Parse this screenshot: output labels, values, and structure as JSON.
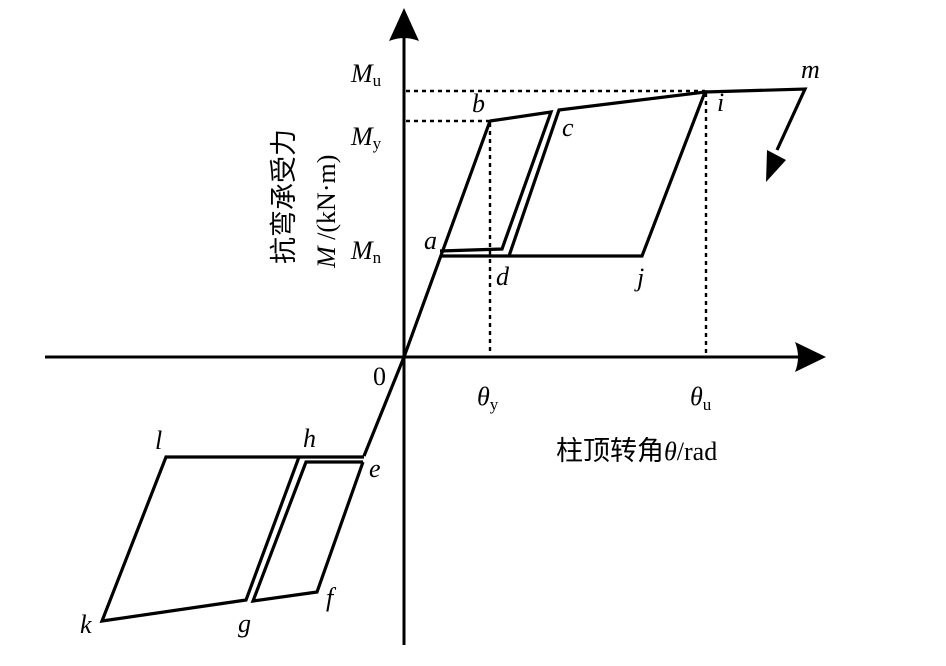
{
  "diagram": {
    "type": "hysteresis-model",
    "x_axis": {
      "label": "柱顶转角θ/rad",
      "label_cn": "柱顶转角",
      "label_var": "θ",
      "label_unit": "/rad",
      "ticks": [
        {
          "sym": "θ",
          "sub": "y"
        },
        {
          "sym": "θ",
          "sub": "u"
        }
      ]
    },
    "y_axis": {
      "label_cn": "抗弯承受力",
      "label_var": "M",
      "label_unit": " /(kN·m)",
      "ticks": [
        {
          "sym": "M",
          "sub": "u"
        },
        {
          "sym": "M",
          "sub": "y"
        },
        {
          "sym": "M",
          "sub": "n"
        }
      ]
    },
    "origin_label": "0",
    "points": [
      "a",
      "b",
      "c",
      "d",
      "e",
      "f",
      "g",
      "h",
      "i",
      "j",
      "k",
      "l",
      "m"
    ],
    "colors": {
      "line": "#000000",
      "background": "#ffffff"
    }
  }
}
